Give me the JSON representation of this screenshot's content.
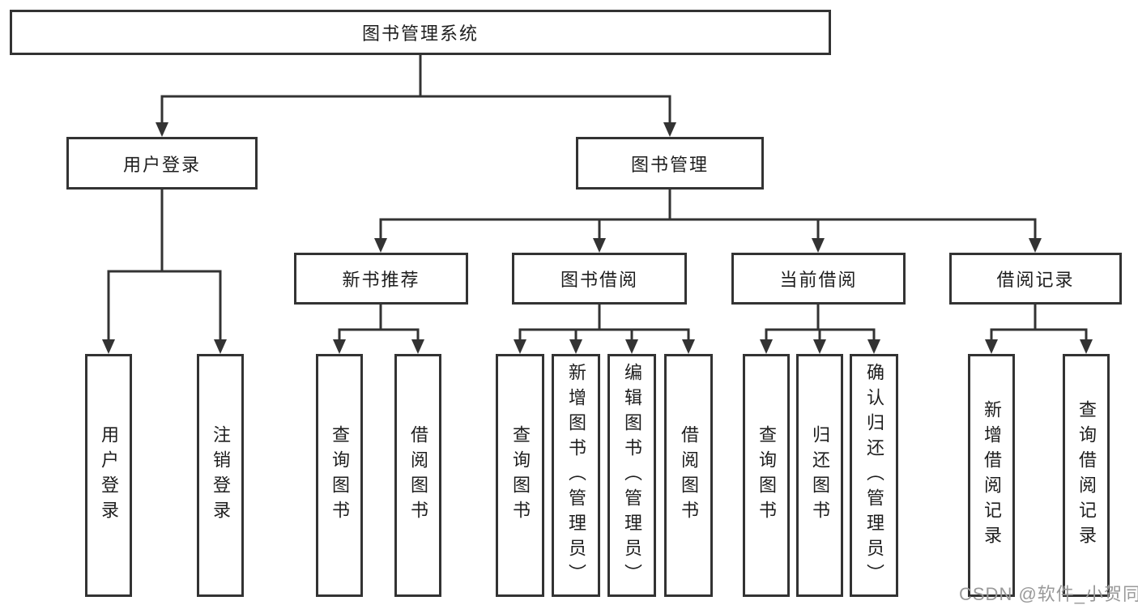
{
  "nodes": {
    "root": {
      "label": "图书管理系统"
    },
    "level2": [
      {
        "label": "用户登录"
      },
      {
        "label": "图书管理"
      }
    ],
    "level3": [
      {
        "label": "新书推荐"
      },
      {
        "label": "图书借阅"
      },
      {
        "label": "当前借阅"
      },
      {
        "label": "借阅记录"
      }
    ],
    "leaves": {
      "login": [
        "用户登录",
        "注销登录"
      ],
      "recommend": [
        "查询图书",
        "借阅图书"
      ],
      "borrow": [
        "查询图书",
        "新增图书（管理员）",
        "编辑图书（管理员）",
        "借阅图书"
      ],
      "current": [
        "查询图书",
        "归还图书",
        "确认归还（管理员）"
      ],
      "records": [
        "新增借阅记录",
        "查询借阅记录"
      ]
    }
  },
  "watermark": {
    "text": "CSDN @软件_小贺同学"
  },
  "colors": {
    "line": "#333333",
    "box_border": "#333333",
    "box_background": "#ffffff",
    "text": "#1e1e1e",
    "watermark": "#999999",
    "background": "#ffffff"
  }
}
